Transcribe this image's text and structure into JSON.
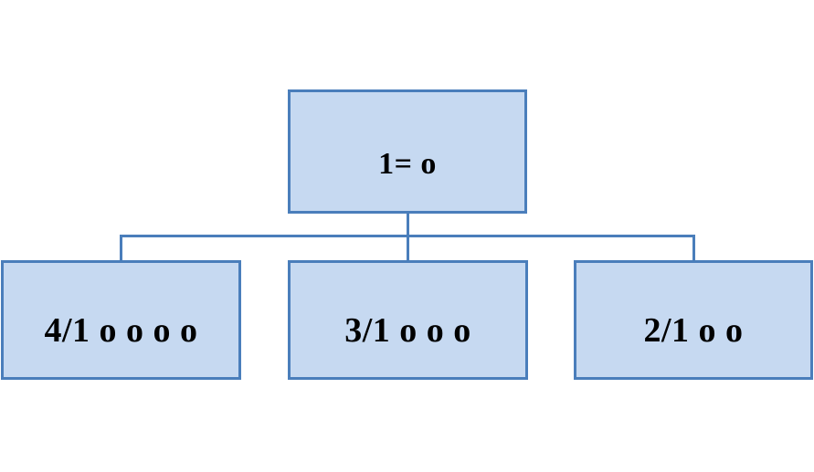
{
  "diagram": {
    "title": "1= o",
    "root": {
      "label": "1= o",
      "value": "1",
      "marker_count": 1
    },
    "children": [
      {
        "label": "4/1 o o o o",
        "ratio": "4/1",
        "marker_count": 4
      },
      {
        "label": "3/1 o o o",
        "ratio": "3/1",
        "marker_count": 3
      },
      {
        "label": "2/1 o o",
        "ratio": "2/1",
        "marker_count": 2
      }
    ],
    "colors": {
      "node_fill": "#c6d9f1",
      "node_border": "#4a7ebb",
      "connector": "#4a7ebb",
      "text": "#000000",
      "background": "#ffffff"
    }
  }
}
